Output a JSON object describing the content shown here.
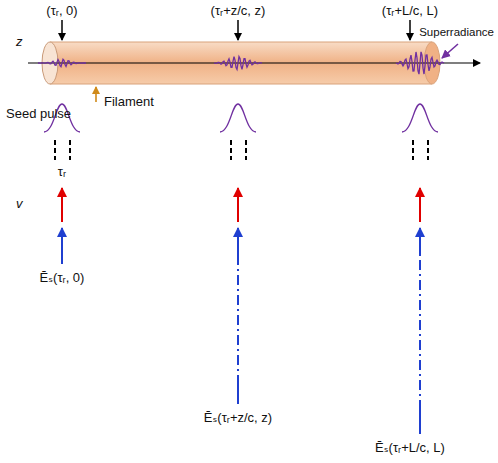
{
  "diagram": {
    "labels": [
      "(τᵣ, 0)",
      "(τᵣ+z/c, z)",
      "(τᵣ+L/c, L)",
      "z",
      "Superradiance",
      "Filament",
      "Seed pulse",
      "τᵣ",
      "v",
      "Ēₛ(τᵣ, 0)",
      "Ēₛ(τᵣ+z/c, z)",
      "Ēₛ(τᵣ+L/c, L)"
    ]
  }
}
